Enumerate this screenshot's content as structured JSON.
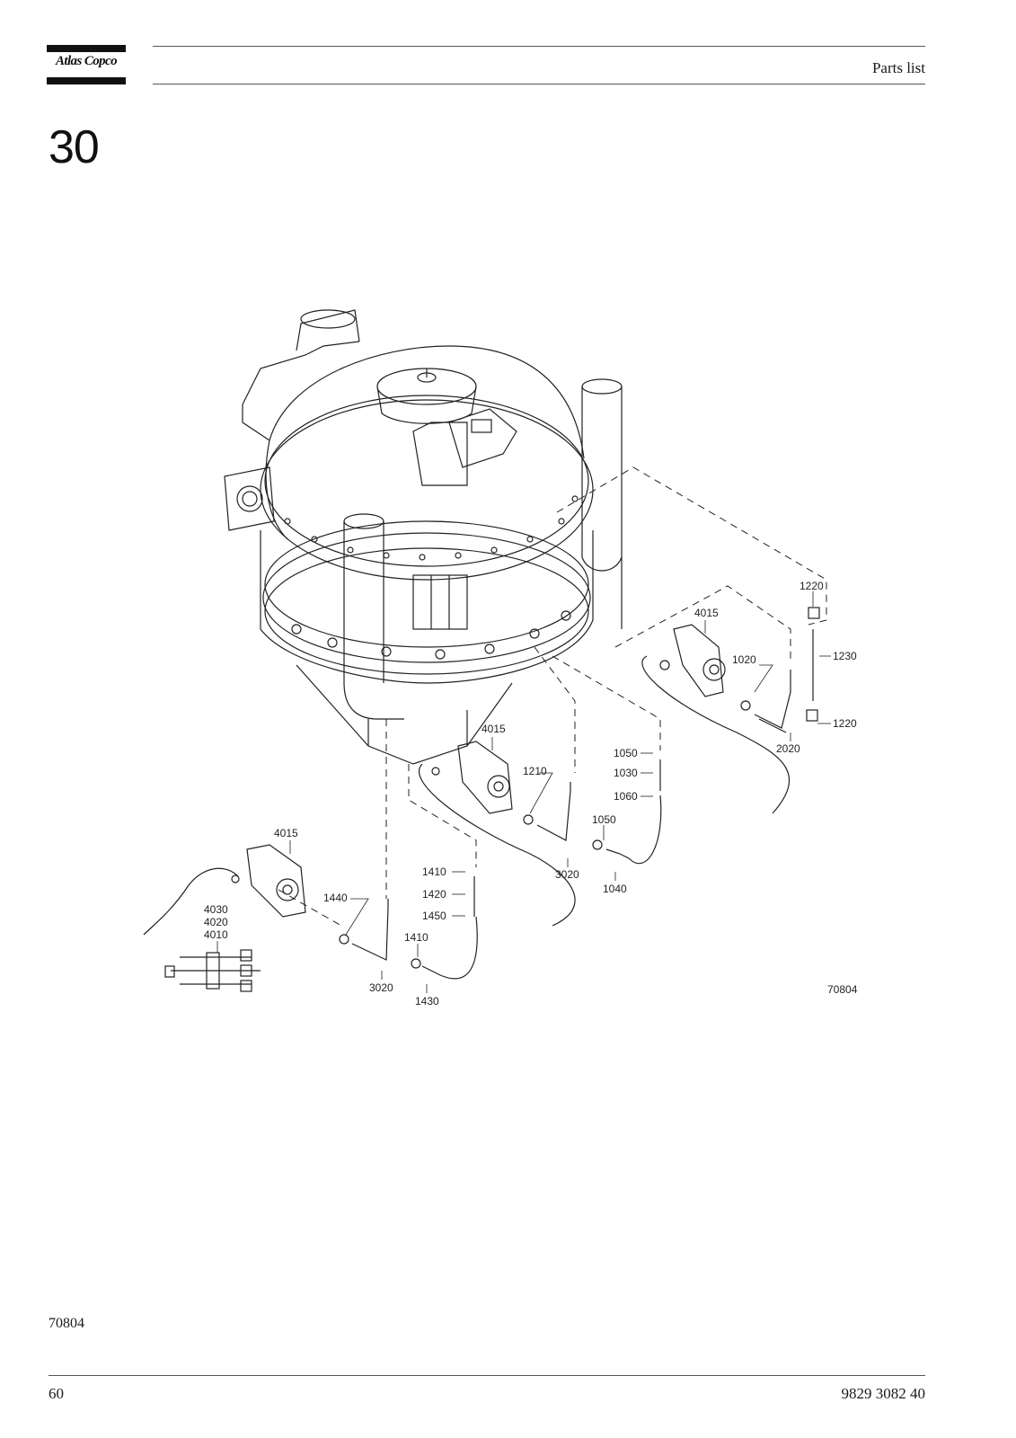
{
  "header": {
    "logo_text": "Atlas Copco",
    "title": "Parts list"
  },
  "section_number": "30",
  "diagram": {
    "labels": [
      {
        "id": "l1220a",
        "text": "1220"
      },
      {
        "id": "l4015a",
        "text": "4015"
      },
      {
        "id": "l1230",
        "text": "1230"
      },
      {
        "id": "l1020",
        "text": "1020"
      },
      {
        "id": "l1220b",
        "text": "1220"
      },
      {
        "id": "l2020",
        "text": "2020"
      },
      {
        "id": "l4015b",
        "text": "4015"
      },
      {
        "id": "l1050a",
        "text": "1050"
      },
      {
        "id": "l1030",
        "text": "1030"
      },
      {
        "id": "l1210",
        "text": "1210"
      },
      {
        "id": "l1060",
        "text": "1060"
      },
      {
        "id": "l1050b",
        "text": "1050"
      },
      {
        "id": "l4015c",
        "text": "4015"
      },
      {
        "id": "l3020a",
        "text": "3020"
      },
      {
        "id": "l1040",
        "text": "1040"
      },
      {
        "id": "l1410a",
        "text": "1410"
      },
      {
        "id": "l1420",
        "text": "1420"
      },
      {
        "id": "l1440",
        "text": "1440"
      },
      {
        "id": "l1450",
        "text": "1450"
      },
      {
        "id": "l4030",
        "text": "4030"
      },
      {
        "id": "l4020",
        "text": "4020"
      },
      {
        "id": "l4010",
        "text": "4010"
      },
      {
        "id": "l1410b",
        "text": "1410"
      },
      {
        "id": "l3020b",
        "text": "3020"
      },
      {
        "id": "l1430",
        "text": "1430"
      },
      {
        "id": "l70804",
        "text": "70804"
      }
    ]
  },
  "bottom_code": "70804",
  "footer": {
    "page_number": "60",
    "doc_number": "9829 3082 40"
  }
}
